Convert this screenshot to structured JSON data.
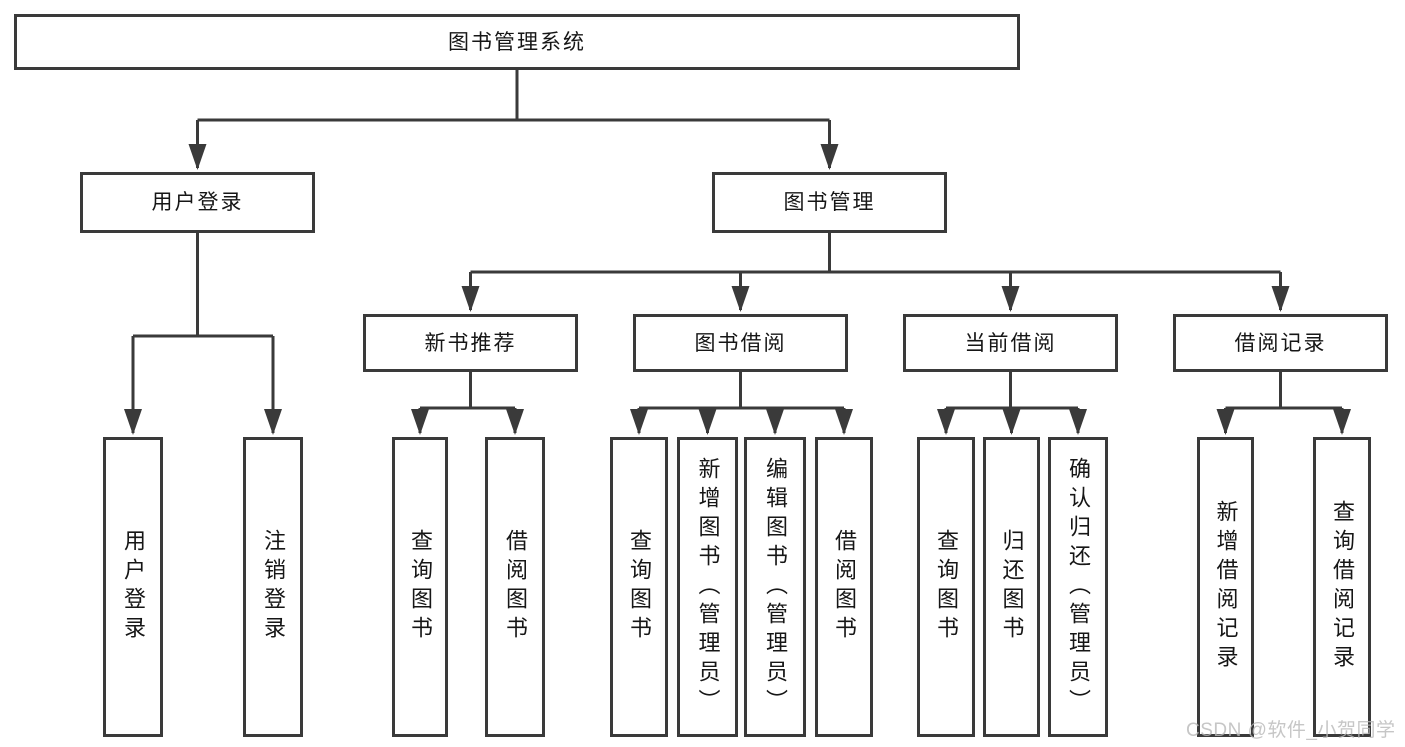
{
  "diagram": {
    "type": "hierarchy-diagram",
    "colors": {
      "line": "#3a3a3a",
      "border": "#3a3a3a",
      "text": "#161616",
      "background": "#ffffff",
      "watermark": "#b9b9b9"
    },
    "watermark": {
      "text": "CSDN @软件_小贺同学"
    },
    "tree": {
      "label": "图书管理系统",
      "children": [
        {
          "label": "用户登录",
          "children": [
            {
              "label": "用户登录"
            },
            {
              "label": "注销登录"
            }
          ]
        },
        {
          "label": "图书管理",
          "children": [
            {
              "label": "新书推荐",
              "children": [
                {
                  "label": "查询图书"
                },
                {
                  "label": "借阅图书"
                }
              ]
            },
            {
              "label": "图书借阅",
              "children": [
                {
                  "label": "查询图书"
                },
                {
                  "label": "新增图书（管理员）"
                },
                {
                  "label": "编辑图书（管理员）"
                },
                {
                  "label": "借阅图书"
                }
              ]
            },
            {
              "label": "当前借阅",
              "children": [
                {
                  "label": "查询图书"
                },
                {
                  "label": "归还图书"
                },
                {
                  "label": "确认归还（管理员）"
                }
              ]
            },
            {
              "label": "借阅记录",
              "children": [
                {
                  "label": "新增借阅记录"
                },
                {
                  "label": "查询借阅记录"
                }
              ]
            }
          ]
        }
      ]
    }
  }
}
